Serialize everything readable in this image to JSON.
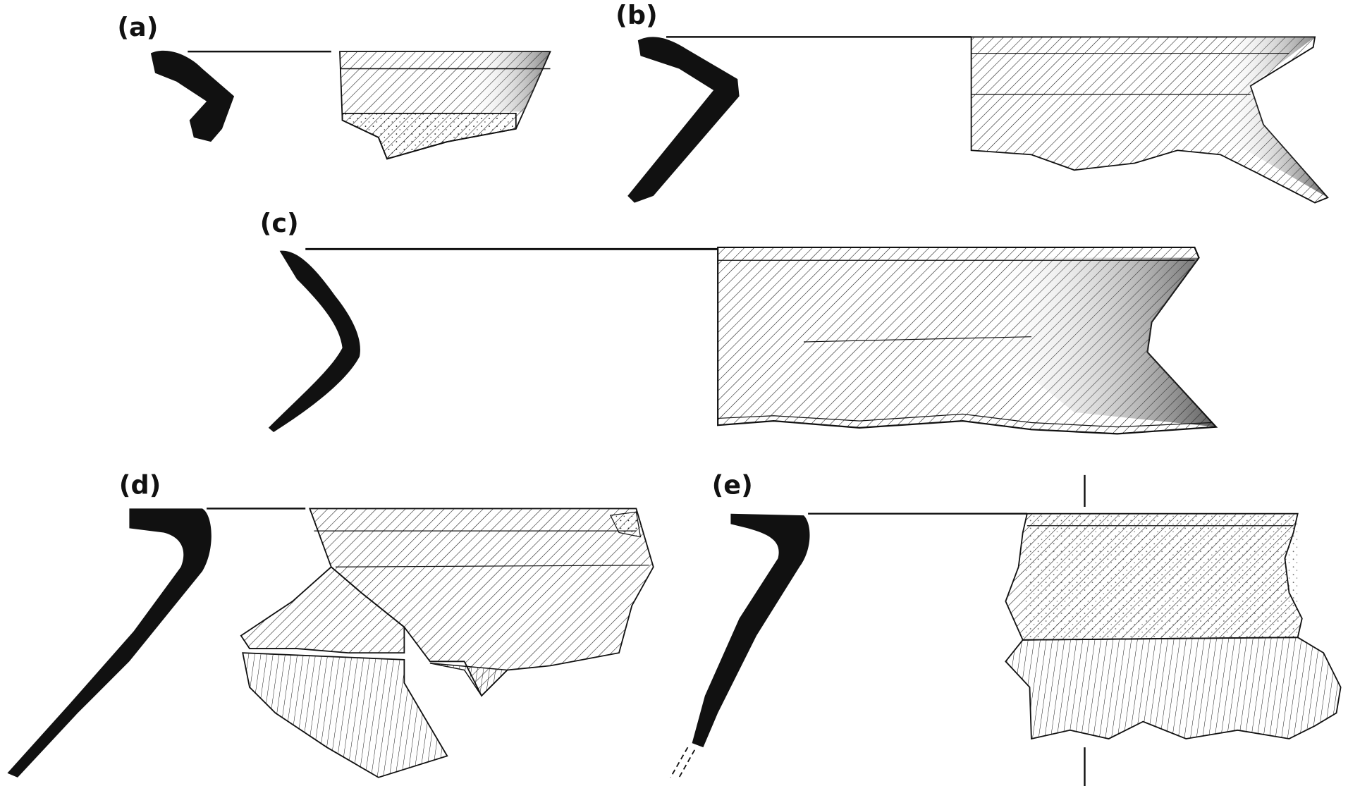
{
  "figure": {
    "panels": [
      {
        "id": "a",
        "label": "(a)"
      },
      {
        "id": "b",
        "label": "(b)"
      },
      {
        "id": "c",
        "label": "(c)"
      },
      {
        "id": "d",
        "label": "(d)"
      },
      {
        "id": "e",
        "label": "(e)"
      }
    ],
    "colors": {
      "ink": "#111111",
      "paper": "#ffffff"
    }
  }
}
